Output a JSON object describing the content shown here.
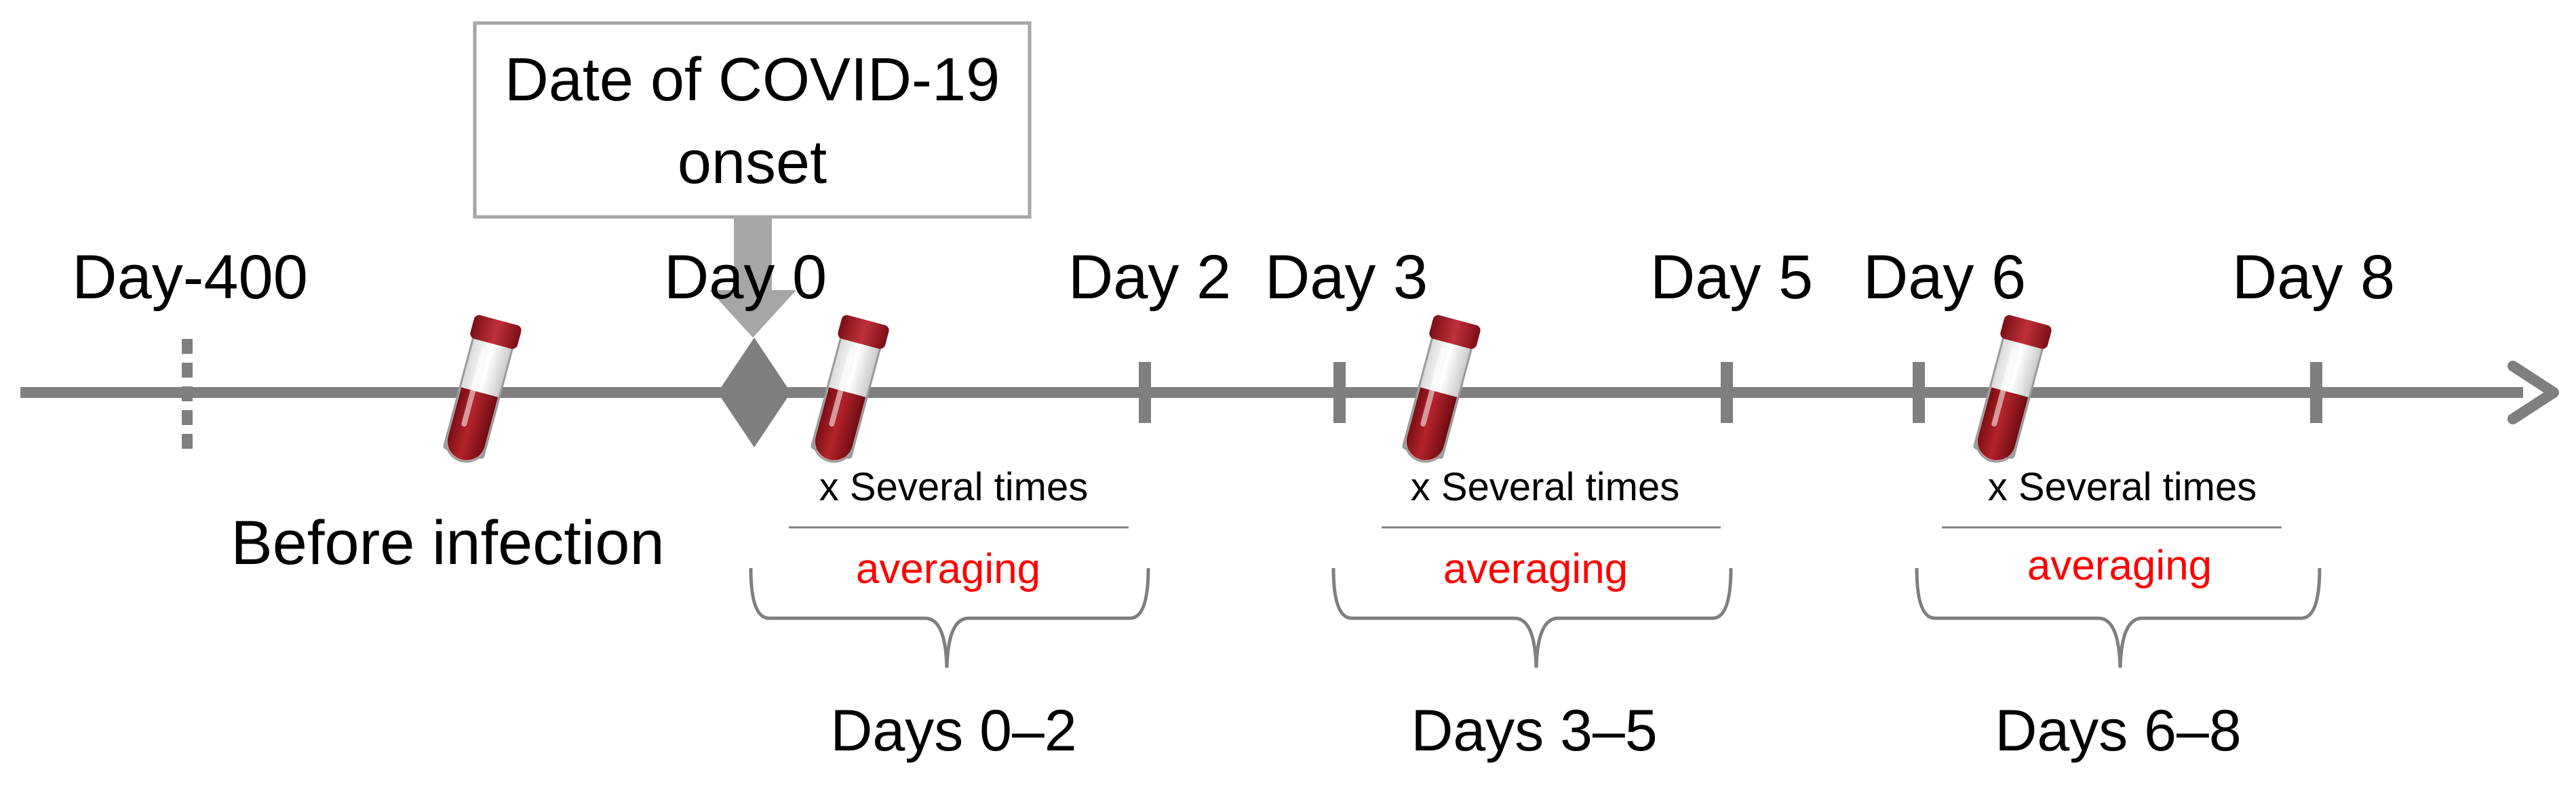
{
  "callout": {
    "line1": "Date of COVID-19",
    "line2": "onset"
  },
  "days": {
    "day_minus_400": "Day-400",
    "day0": "Day 0",
    "day2": "Day 2",
    "day3": "Day 3",
    "day5": "Day 5",
    "day6": "Day 6",
    "day8": "Day 8"
  },
  "before_infection": "Before infection",
  "groups": [
    {
      "repeat": "x Several times",
      "method": "averaging",
      "range": "Days 0–2"
    },
    {
      "repeat": "x Several times",
      "method": "averaging",
      "range": "Days 3–5"
    },
    {
      "repeat": "x Several times",
      "method": "averaging",
      "range": "Days 6–8"
    }
  ],
  "colors": {
    "timeline": "#7f7f7f",
    "callout_border": "#a6a6a6",
    "onset_arrow": "#a6a6a6",
    "accent_red": "#ff0000",
    "blood": "#9b1c1c",
    "brace": "#7f7f7f"
  },
  "icons": {
    "sample_tube": "blood-test-tube-icon",
    "onset_marker": "diamond-icon",
    "arrow_head": "arrow-right-icon"
  }
}
